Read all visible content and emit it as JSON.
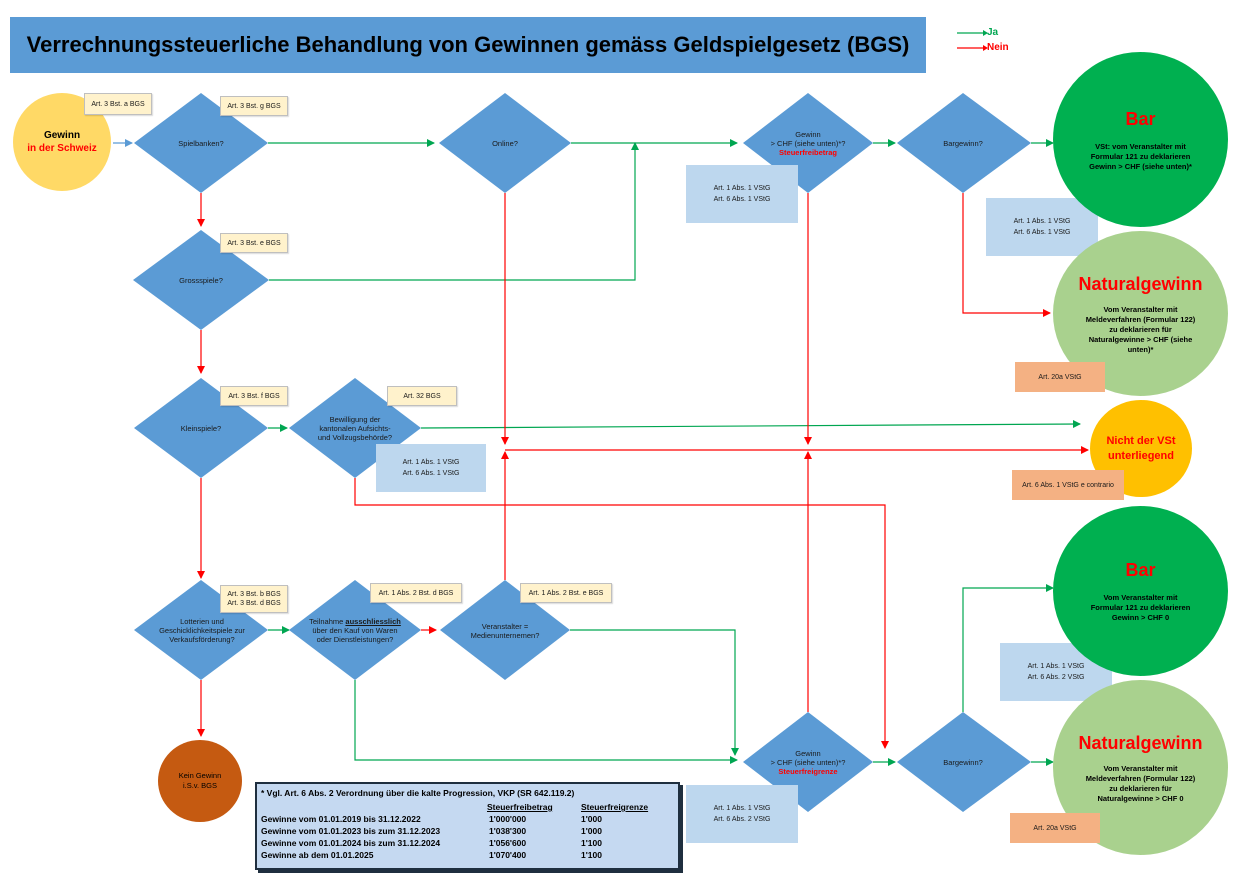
{
  "title": "Verrechnungssteuerliche Behandlung von Gewinnen gemäss Geldspielgesetz (BGS)",
  "legend": {
    "yes": "Ja",
    "no": "Nein",
    "yes_color": "#00a651",
    "no_color": "#ff0000"
  },
  "start": {
    "line1": "Gewinn",
    "line2": "in der Schweiz"
  },
  "decisions": {
    "spielbanken": "Spielbanken?",
    "online": "Online?",
    "gewinn_top_1": "Gewinn",
    "gewinn_top_2": "> CHF (siehe unten)*?",
    "gewinn_top_3": "Steuerfreibetrag",
    "bargewinn_top": "Bargewinn?",
    "grossspiele": "Grossspiele?",
    "kleinspiele": "Kleinspiele?",
    "bewilligung_1": "Bewilligung der",
    "bewilligung_2": "kantonalen Aufsichts-",
    "bewilligung_3": "und Vollzugsbehörde?",
    "lotterien_1": "Lotterien und",
    "lotterien_2": "Geschicklichkeitspiele zur",
    "lotterien_3": "Verkaufsförderung?",
    "teilnahme_1": "Teilnahme",
    "teilnahme_2": "ausschliesslich",
    "teilnahme_3": "über den Kauf von Waren",
    "teilnahme_4": "oder Dienstleistungen?",
    "veranstalter_1": "Veranstalter =",
    "veranstalter_2": "Medienunternemen?",
    "gewinn_bottom_1": "Gewinn",
    "gewinn_bottom_2": "> CHF (siehe unten)*?",
    "gewinn_bottom_3": "Steuerfreigrenze",
    "bargewinn_bottom": "Bargewinn?"
  },
  "refs": {
    "art3a": "Art. 3 Bst. a BGS",
    "art3g": "Art. 3 Bst. g BGS",
    "art3e": "Art. 3 Bst. e BGS",
    "art3f": "Art. 3 Bst. f BGS",
    "art32": "Art. 32 BGS",
    "art3b": "Art. 3 Bst. b BGS",
    "art3d": "Art. 3 Bst. d BGS",
    "art1_2d": "Art. 1 Abs. 2 Bst. d BGS",
    "art1_2e": "Art. 1 Abs. 2 Bst. e BGS"
  },
  "vstg": {
    "a1": "Art. 1 Abs. 1 VStG",
    "a6_1": "Art. 6 Abs. 1 VStG",
    "a6_2": "Art. 6 Abs. 2 VStG",
    "a20a": "Art. 20a VStG",
    "contrario": "Art. 6 Abs. 1 VStG e contrario"
  },
  "outcomes": {
    "bar_top_title": "Bar",
    "bar_top_1": "VSt: vom Veranstalter mit",
    "bar_top_2": "Formular 121 zu deklarieren",
    "bar_top_3": "Gewinn > CHF (siehe unten)*",
    "natural_top_title": "Naturalgewinn",
    "natural_top_1": "Vom Veranstalter mit",
    "natural_top_2": "Meldeverfahren (Formular 122)",
    "natural_top_3": "zu deklarieren für",
    "natural_top_4": "Naturalgewinne > CHF (siehe",
    "natural_top_5": "unten)*",
    "not_vst_1": "Nicht der VSt",
    "not_vst_2": "unterliegend",
    "bar_bottom_title": "Bar",
    "bar_bottom_1": "Vom Veranstalter mit",
    "bar_bottom_2": "Formular 121 zu deklarieren",
    "bar_bottom_3": "Gewinn > CHF 0",
    "natural_bottom_title": "Naturalgewinn",
    "natural_bottom_1": "Vom Veranstalter mit",
    "natural_bottom_2": "Meldeverfahren (Formular 122)",
    "natural_bottom_3": "zu deklarieren für",
    "natural_bottom_4": "Naturalgewinne > CHF 0",
    "kein_gewinn_1": "Kein Gewinn",
    "kein_gewinn_2": "i.S.v. BGS"
  },
  "note": {
    "title": "* Vgl. Art. 6 Abs. 2 Verordnung über die kalte Progression, VKP (SR 642.119.2)",
    "col1": "Steuerfreibetrag",
    "col2": "Steuerfreigrenze",
    "rows": [
      {
        "label": "Gewinne vom 01.01.2019 bis 31.12.2022",
        "v1": "1'000'000",
        "v2": "1'000"
      },
      {
        "label": "Gewinne vom 01.01.2023 bis zum 31.12.2023",
        "v1": "1'038'300",
        "v2": "1'000"
      },
      {
        "label": "Gewinne vom 01.01.2024 bis zum 31.12.2024",
        "v1": "1'056'600",
        "v2": "1'100"
      },
      {
        "label": "Gewinne ab dem 01.01.2025",
        "v1": "1'070'400",
        "v2": "1'100"
      }
    ]
  },
  "colors": {
    "diamond": "#5b9bd5",
    "title_bg": "#5b9bd5",
    "ref_yellow": "#fff2cc",
    "ref_blue": "#bdd7ee",
    "ref_orange": "#f4b183",
    "bar_green": "#00b050",
    "natural_green": "#a9d18e",
    "not_vst_orange": "#ffc000",
    "start_yellow": "#ffd966",
    "kein_brown": "#c55a11"
  }
}
